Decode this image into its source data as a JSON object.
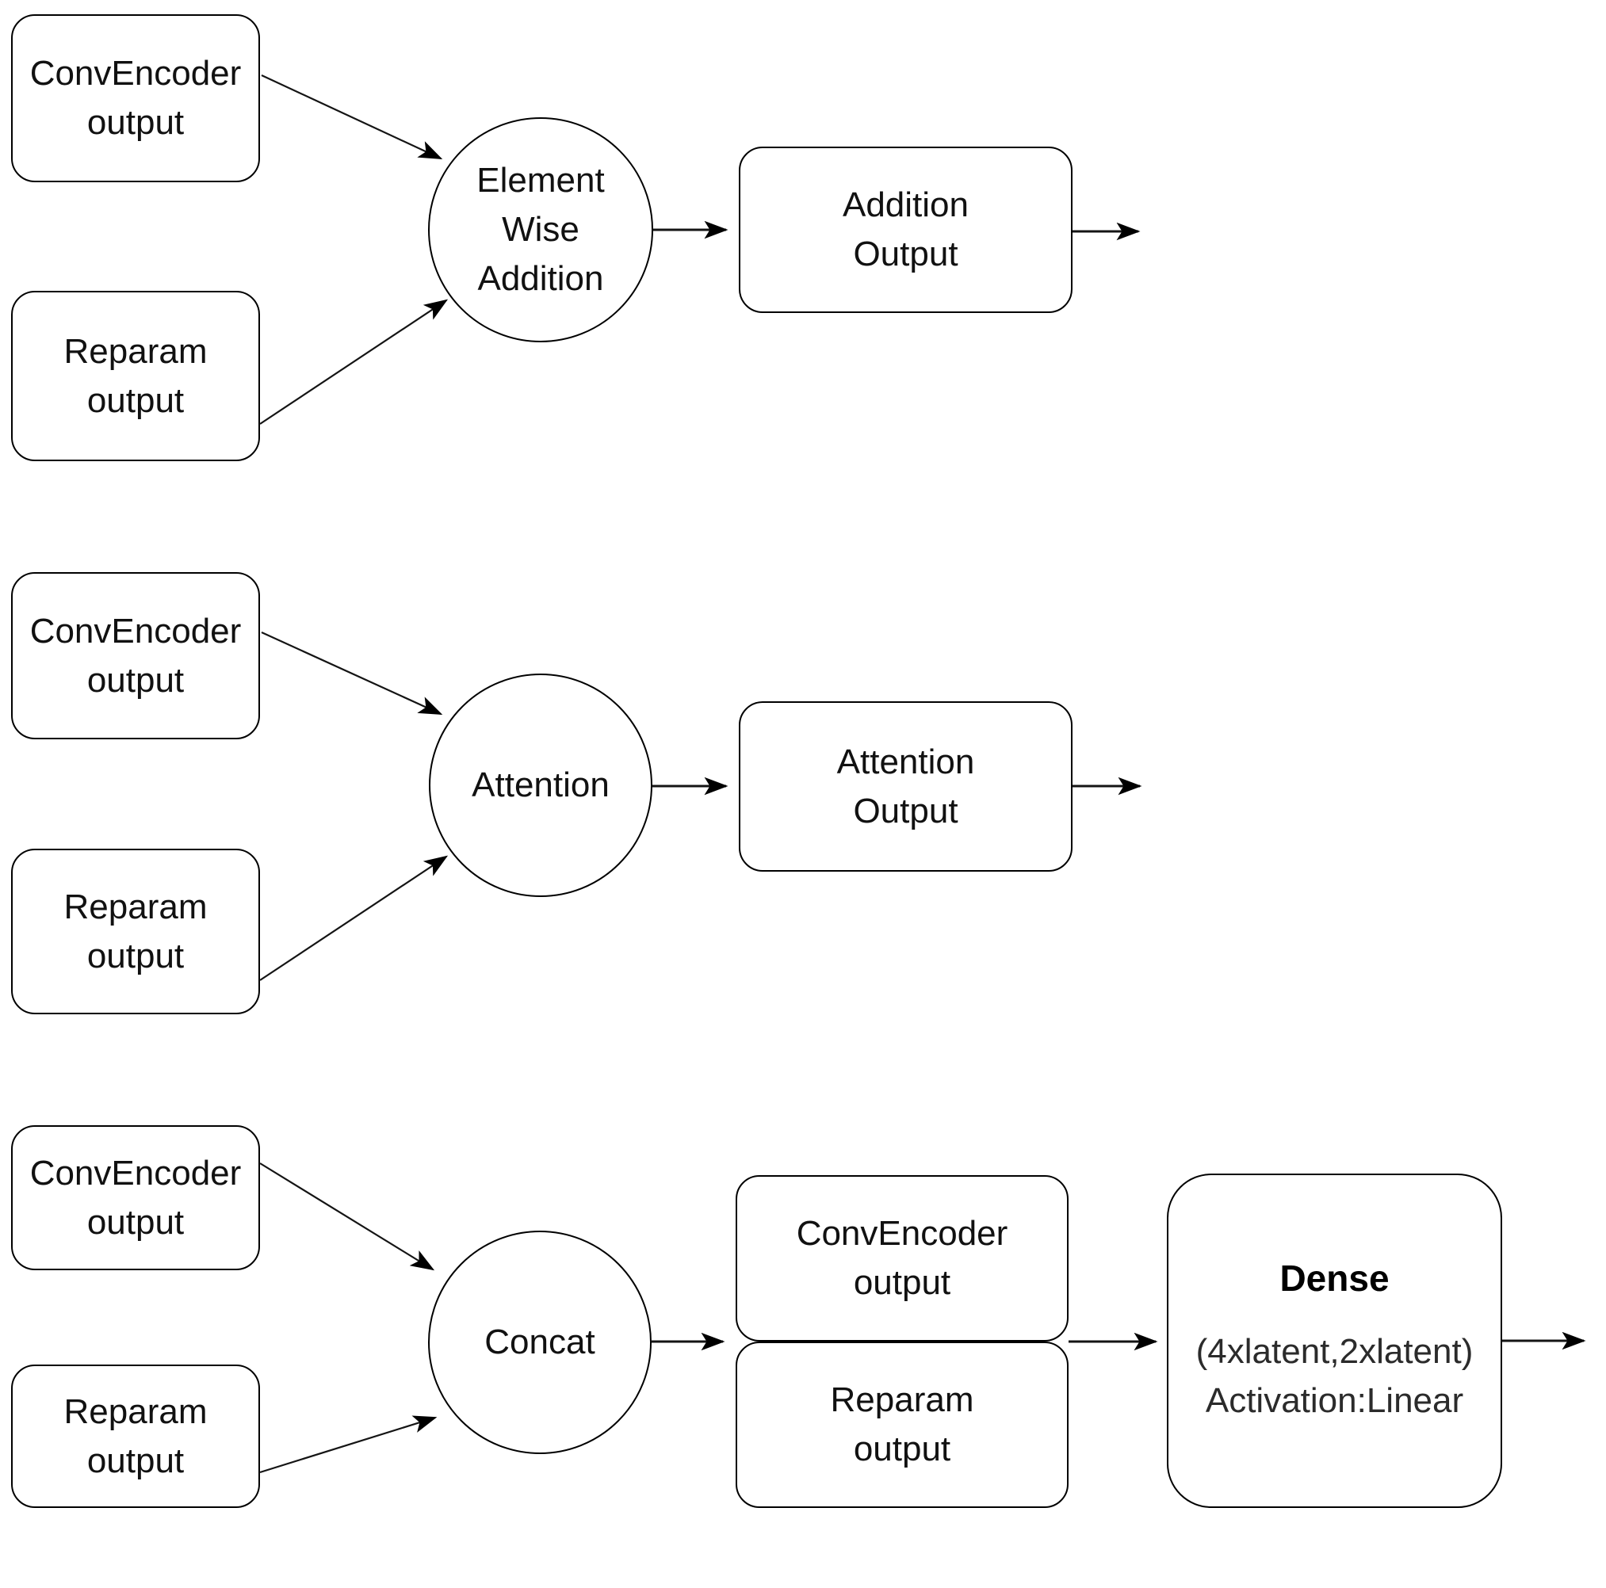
{
  "colors": {
    "background": "#ffffff",
    "stroke": "#000000",
    "text": "#111111"
  },
  "rows": [
    {
      "id": "elementwise-addition",
      "inputs": [
        {
          "lines": [
            "ConvEncoder",
            "output"
          ]
        },
        {
          "lines": [
            "Reparam",
            "output"
          ]
        }
      ],
      "operation": {
        "lines": [
          "Element",
          "Wise",
          "Addition"
        ]
      },
      "output": {
        "lines": [
          "Addition",
          "Output"
        ]
      }
    },
    {
      "id": "attention",
      "inputs": [
        {
          "lines": [
            "ConvEncoder",
            "output"
          ]
        },
        {
          "lines": [
            "Reparam",
            "output"
          ]
        }
      ],
      "operation": {
        "lines": [
          "Attention"
        ]
      },
      "output": {
        "lines": [
          "Attention",
          "Output"
        ]
      }
    },
    {
      "id": "concat",
      "inputs": [
        {
          "lines": [
            "ConvEncoder",
            "output"
          ]
        },
        {
          "lines": [
            "Reparam",
            "output"
          ]
        }
      ],
      "operation": {
        "lines": [
          "Concat"
        ]
      },
      "stacked_outputs": [
        {
          "lines": [
            "ConvEncoder",
            "output"
          ]
        },
        {
          "lines": [
            "Reparam",
            "output"
          ]
        }
      ],
      "dense": {
        "title": "Dense",
        "params": "(4xlatent,2xlatent)",
        "activation": "Activation:Linear"
      }
    }
  ]
}
